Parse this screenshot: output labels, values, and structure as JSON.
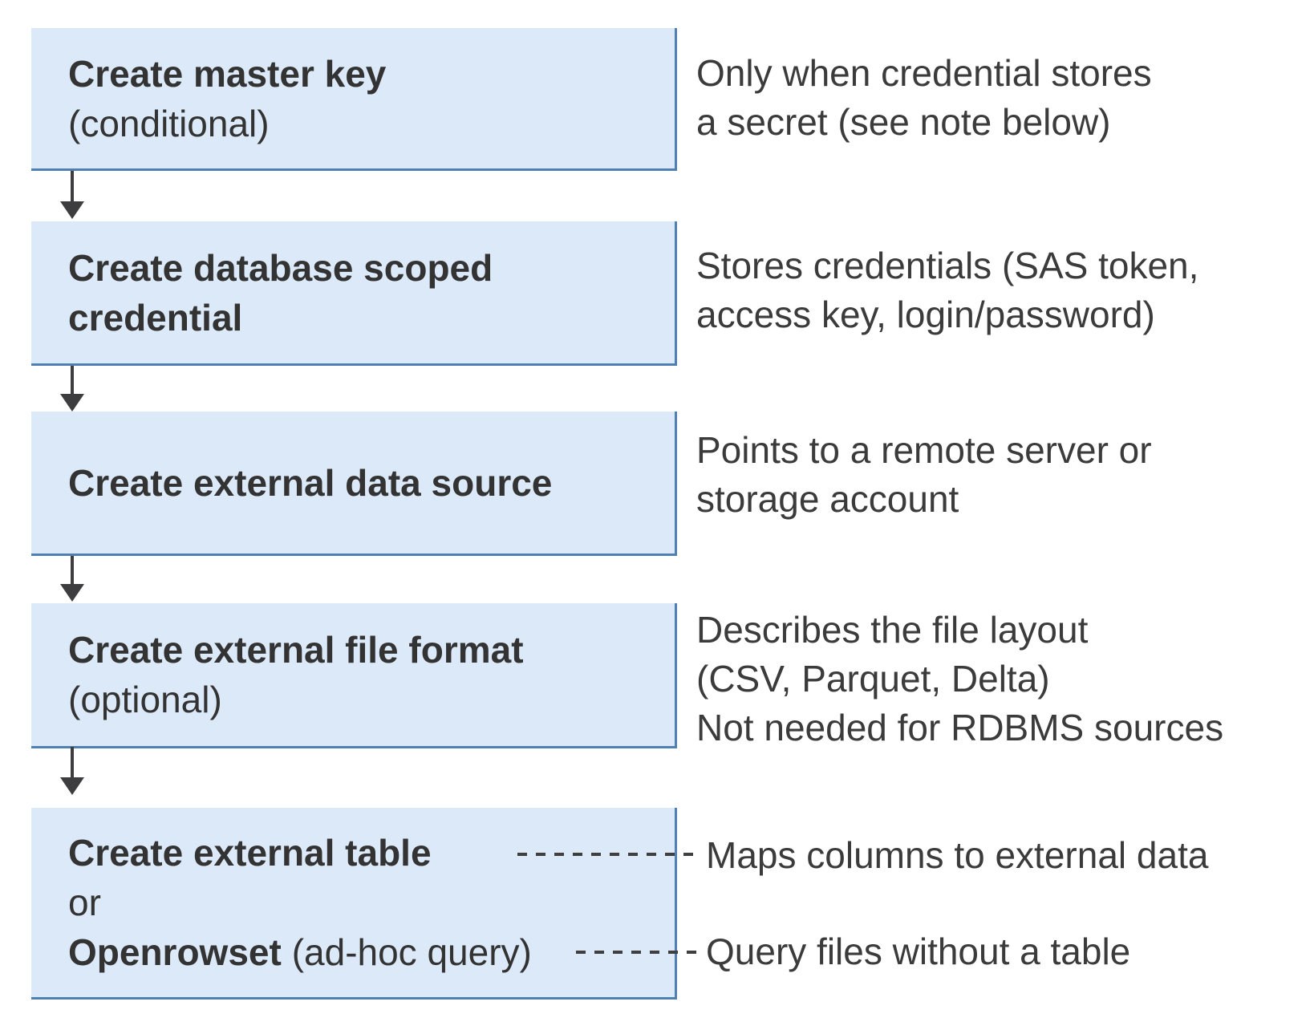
{
  "colors": {
    "background": "#ffffff",
    "box_fill": "#dce9f8",
    "box_border": "#5080b2",
    "title_text": "#333333",
    "annotation_text": "#3b3b3b",
    "arrow": "#3d3d40",
    "dash": "#3f3f3f"
  },
  "flow": {
    "steps": [
      {
        "title": "Create master key",
        "note": "(conditional)",
        "annotation": {
          "lines": [
            "Only when credential stores",
            "a secret (see note below)"
          ]
        }
      },
      {
        "title": "Create database scoped credential",
        "annotation": {
          "lines": [
            "Stores credentials (SAS token,",
            "access key, login/password)"
          ]
        }
      },
      {
        "title": "Create external data source",
        "annotation": {
          "lines": [
            "Points to a remote server or",
            "storage account"
          ]
        }
      },
      {
        "title": "Create external file format",
        "note": "(optional)",
        "annotation": {
          "lines": [
            "Describes the file layout",
            "(CSV, Parquet, Delta)",
            "Not needed for RDBMS sources"
          ]
        }
      },
      {
        "option_a": "Create external table",
        "conjunction": "or",
        "option_b": "Openrowset",
        "option_b_note": "(ad-hoc query)",
        "annotation_option_a": "Maps columns to external data",
        "annotation_option_b": "Query files without a table"
      }
    ]
  }
}
